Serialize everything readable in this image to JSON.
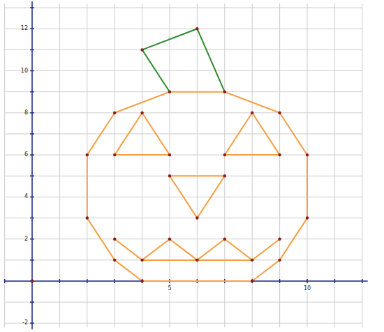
{
  "diagram": {
    "labels": [
      "12",
      "10",
      "8",
      "6",
      "4",
      "2",
      "-2",
      "5",
      "10"
    ]
  }
}
